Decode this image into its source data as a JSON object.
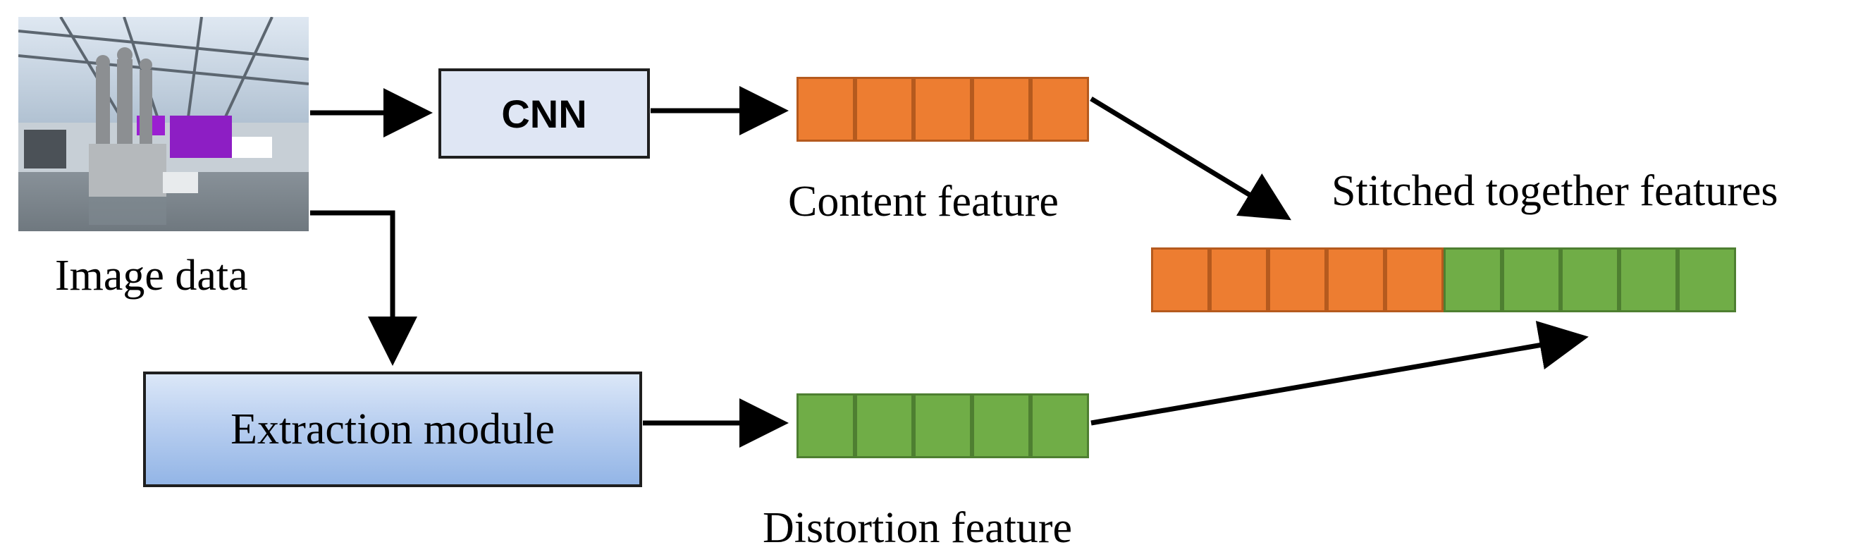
{
  "input": {
    "label": "Image data"
  },
  "cnn": {
    "label": "CNN"
  },
  "extraction": {
    "label": "Extraction module"
  },
  "content_feature": {
    "label": "Content feature",
    "cells": 5,
    "color": "#ed7d31"
  },
  "distortion_feature": {
    "label": "Distortion feature",
    "cells": 5,
    "color": "#70ad47"
  },
  "stitched": {
    "label": "Stitched together features",
    "orange_cells": 5,
    "green_cells": 5
  },
  "colors": {
    "orange": "#ed7d31",
    "green": "#70ad47",
    "cnn_fill": "#dfe6f4",
    "module_fill": "#b9cff0"
  }
}
